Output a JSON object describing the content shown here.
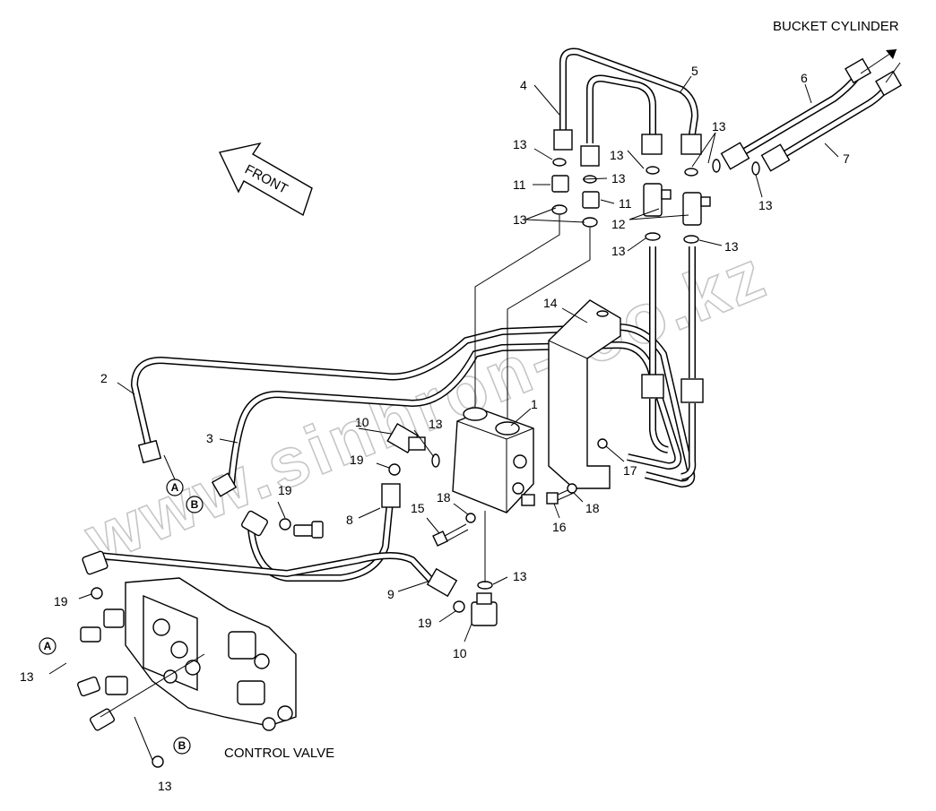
{
  "labels": {
    "bucket_cylinder": "BUCKET CYLINDER",
    "front": "FRONT",
    "control_valve": "CONTROL VALVE",
    "watermark": "www.sinhron-too.kz"
  },
  "callouts": {
    "n1": "1",
    "n2": "2",
    "n3": "3",
    "n4": "4",
    "n5": "5",
    "n6": "6",
    "n7": "7",
    "n8": "8",
    "n9": "9",
    "n10a": "10",
    "n10b": "10",
    "n11a": "11",
    "n11b": "11",
    "n12": "12",
    "n13a": "13",
    "n13b": "13",
    "n13c": "13",
    "n13d": "13",
    "n13e": "13",
    "n13f": "13",
    "n13g": "13",
    "n13h": "13",
    "n13i": "13",
    "n13j": "13",
    "n13k": "13",
    "n13l": "13",
    "n14": "14",
    "n15": "15",
    "n16": "16",
    "n17": "17",
    "n18a": "18",
    "n18b": "18",
    "n19a": "19",
    "n19b": "19",
    "n19c": "19",
    "n19d": "19"
  },
  "markers": {
    "a1": "A",
    "a2": "A",
    "b1": "B",
    "b2": "B"
  }
}
